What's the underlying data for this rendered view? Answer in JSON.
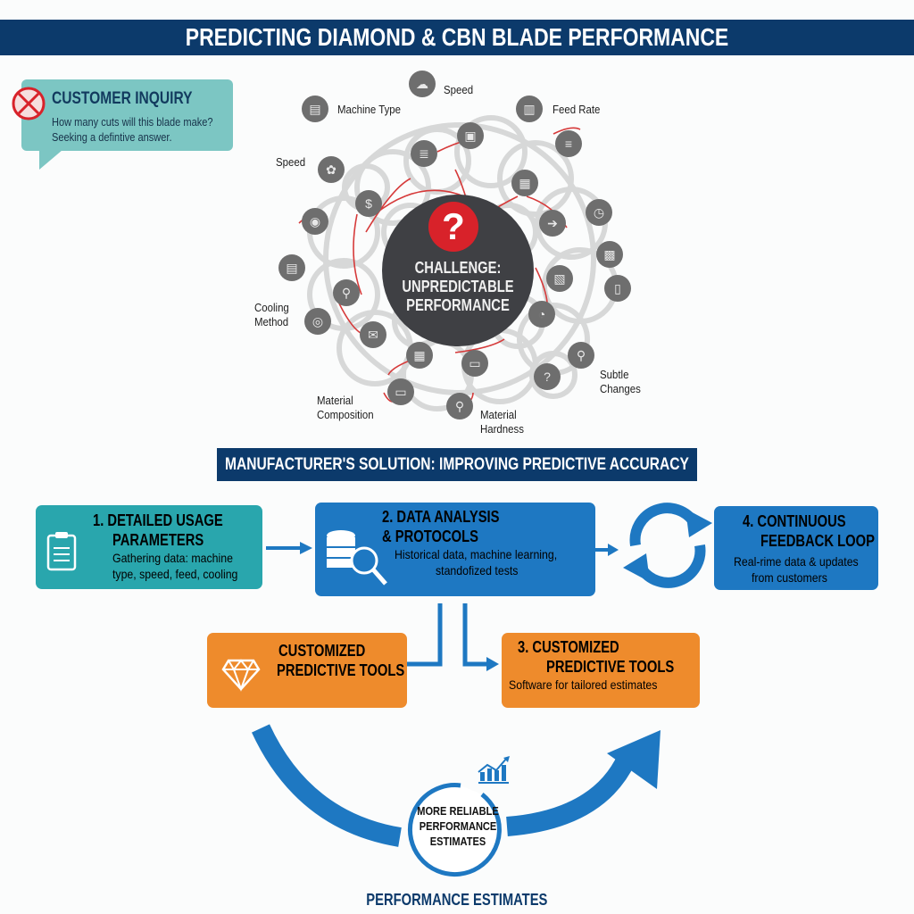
{
  "header": {
    "title": "PREDICTING DIAMOND & CBN BLADE PERFORMANCE"
  },
  "inquiry": {
    "icon": "x-circle-icon",
    "title": "CUSTOMER INQUIRY",
    "lines": [
      "How many cuts will this blade make?",
      "Seeking a defintive answer."
    ]
  },
  "challenge": {
    "center_lines": [
      "CHALLENGE:",
      "UNPREDICTABLE",
      "PERFORMANCE"
    ],
    "center_icon": "question-mark-icon",
    "factors": [
      {
        "label": "Speed",
        "icon": "cloud-network-icon"
      },
      {
        "label": "Machine Type",
        "icon": "machine-icon"
      },
      {
        "label": "Feed Rate",
        "icon": "factory-icon"
      },
      {
        "label": "Speed",
        "icon": "gear-head-icon"
      },
      {
        "label": "Cooling Method",
        "icon": "coolant-icon"
      },
      {
        "label": "Material Composition",
        "icon": "monitor-icon"
      },
      {
        "label": "Material Hardness",
        "icon": "magnifier-icon"
      },
      {
        "label": "Subtle Changes",
        "icon": "search-person-icon"
      }
    ]
  },
  "solution": {
    "banner": "MANUFACTURER'S SOLUTION: IMPROVING PREDICTIVE ACCURACY",
    "steps": [
      {
        "title_lines": [
          "1.  DETAILED USAGE",
          "PARAMETERS"
        ],
        "sub_lines": [
          "Gathering data: machine",
          "type, speed, feed, cooling"
        ],
        "icon": "clipboard-icon",
        "color": "#29a6ad"
      },
      {
        "title_lines": [
          "2. DATA ANALYSIS",
          "& PROTOCOLS"
        ],
        "sub_lines": [
          "Historical data, machine learning,",
          "standofized tests"
        ],
        "icon": "database-search-icon",
        "color": "#1e78c2"
      },
      {
        "title_lines": [
          "4. CONTINUOUS",
          "FEEDBACK LOOP"
        ],
        "sub_lines": [
          "Real-rime data & updates",
          "from customers"
        ],
        "icon": "refresh-cycle-icon",
        "color": "#1e78c2"
      },
      {
        "title_lines": [
          "CUSTOMIZED",
          "PREDICTIVE TOOLS"
        ],
        "sub_lines": [],
        "icon": "diamond-icon",
        "color": "#ee8b2c"
      },
      {
        "title_lines": [
          "3.      CUSTOMIZED",
          "PREDICTIVE TOOLS"
        ],
        "sub_lines": [
          "Software for tailored estimates"
        ],
        "icon": "",
        "color": "#ee8b2c"
      }
    ]
  },
  "result": {
    "lines": [
      "MORE RELIABLE",
      "PERFORMANCE",
      "ESTIMATES"
    ],
    "icon": "growth-chart-icon"
  },
  "footer": {
    "label": "PERFORMANCE ESTIMATES"
  },
  "colors": {
    "navy": "#0c3a6b",
    "teal": "#29a6ad",
    "blue": "#1e78c2",
    "orange": "#ee8b2c",
    "red": "#d8222a",
    "gray": "#6e6e6e"
  }
}
